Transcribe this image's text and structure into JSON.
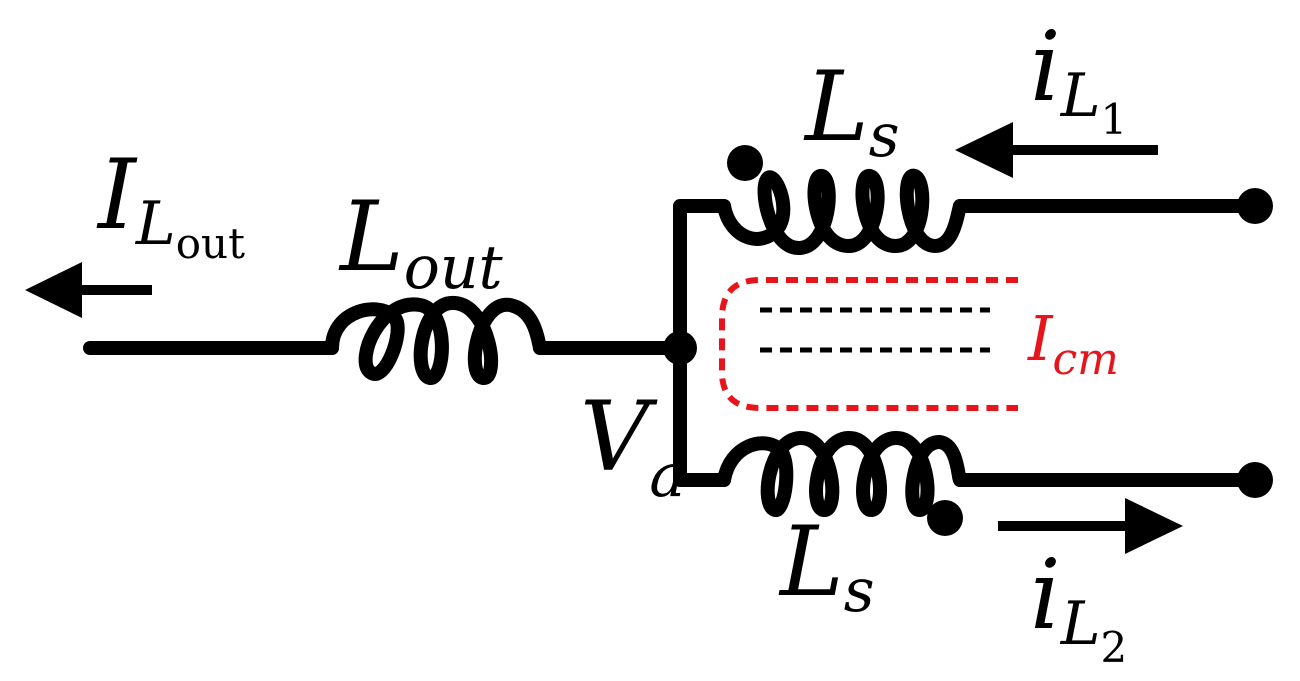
{
  "labels": {
    "i_l_out": {
      "main": "I",
      "sub": "L",
      "subsub": "out"
    },
    "l_out": {
      "main": "L",
      "sub": "out"
    },
    "l_s_top": {
      "main": "L",
      "sub": "s"
    },
    "i_l1": {
      "main": "i",
      "sub": "L",
      "subsub": "1"
    },
    "v_a": {
      "main": "V",
      "sub": "a"
    },
    "i_cm": {
      "main": "I",
      "sub": "cm"
    },
    "l_s_bottom": {
      "main": "L",
      "sub": "s"
    },
    "i_l2": {
      "main": "i",
      "sub": "L",
      "subsub": "2"
    }
  },
  "colors": {
    "wire": "#000000",
    "common_mode_path": "#e8141c",
    "flux_lines": "#000000"
  }
}
